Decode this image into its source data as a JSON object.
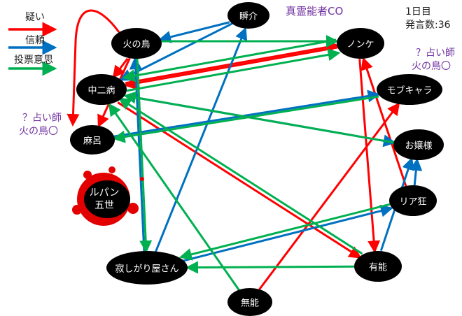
{
  "legend": [
    {
      "label": "疑い",
      "color": "#ff0000"
    },
    {
      "label": "信頼",
      "color": "#0070c0"
    },
    {
      "label": "投票意思",
      "color": "#00b050"
    }
  ],
  "info": {
    "day": "1日目",
    "remarks": "発言数:36"
  },
  "notes": {
    "medium_co": "真霊能者CO",
    "seer_left_1": "？占い師",
    "seer_left_2": "火の鳥〇",
    "seer_right_1": "？占い師",
    "seer_right_2": "火の鳥〇"
  },
  "nodes": [
    {
      "id": "shunsuke",
      "label": "瞬介"
    },
    {
      "id": "hinotori",
      "label": "火の鳥"
    },
    {
      "id": "nonke",
      "label": "ノンケ"
    },
    {
      "id": "chuni",
      "label": "中二病"
    },
    {
      "id": "mob",
      "label": "モブキャラ"
    },
    {
      "id": "maro",
      "label": "麻呂"
    },
    {
      "id": "ojou",
      "label": "お嬢様"
    },
    {
      "id": "riakyo",
      "label": "リア狂"
    },
    {
      "id": "sabishi",
      "label": "寂しがり屋さん"
    },
    {
      "id": "yuno",
      "label": "有能"
    },
    {
      "id": "muno",
      "label": "無能"
    }
  ],
  "dead": {
    "line1": "ルパン",
    "line2": "五世"
  },
  "edges": [
    {
      "from": "hinotori",
      "to": "chuni",
      "type": "疑い"
    },
    {
      "from": "hinotori",
      "to": "maro",
      "type": "疑い"
    },
    {
      "from": "hinotori",
      "to": "maro",
      "type": "疑い",
      "curve": true
    },
    {
      "from": "chuni",
      "to": "nonke",
      "type": "疑い"
    },
    {
      "from": "nonke",
      "to": "chuni",
      "type": "疑い"
    },
    {
      "from": "nonke",
      "to": "yuno",
      "type": "疑い"
    },
    {
      "from": "riakyo",
      "to": "nonke",
      "type": "疑い"
    },
    {
      "from": "muno",
      "to": "mob",
      "type": "疑い"
    },
    {
      "from": "chuni",
      "to": "yuno",
      "type": "疑い"
    },
    {
      "from": "shunsuke",
      "to": "hinotori",
      "type": "信頼"
    },
    {
      "from": "shunsuke",
      "to": "chuni",
      "type": "信頼"
    },
    {
      "from": "sabishi",
      "to": "shunsuke",
      "type": "信頼"
    },
    {
      "from": "sabishi",
      "to": "hinotori",
      "type": "信頼"
    },
    {
      "from": "maro",
      "to": "mob",
      "type": "信頼"
    },
    {
      "from": "chuni",
      "to": "ojou",
      "type": "信頼"
    },
    {
      "from": "yuno",
      "to": "ojou",
      "type": "信頼"
    },
    {
      "from": "riakyo",
      "to": "ojou",
      "type": "信頼"
    },
    {
      "from": "sabishi",
      "to": "riakyo",
      "type": "信頼"
    },
    {
      "from": "hinotori",
      "to": "nonke",
      "type": "投票意思"
    },
    {
      "from": "chuni",
      "to": "nonke",
      "type": "投票意思",
      "offset": 8
    },
    {
      "from": "nonke",
      "to": "chuni",
      "type": "投票意思",
      "offset": 8
    },
    {
      "from": "mob",
      "to": "maro",
      "type": "投票意思"
    },
    {
      "from": "hinotori",
      "to": "sabishi",
      "type": "投票意思"
    },
    {
      "from": "yuno",
      "to": "chuni",
      "type": "投票意思"
    },
    {
      "from": "muno",
      "to": "chuni",
      "type": "投票意思"
    },
    {
      "from": "yuno",
      "to": "sabishi",
      "type": "投票意思"
    },
    {
      "from": "riakyo",
      "to": "sabishi",
      "type": "投票意思"
    },
    {
      "from": "ojou",
      "to": "chuni",
      "type": "投票意思"
    }
  ]
}
